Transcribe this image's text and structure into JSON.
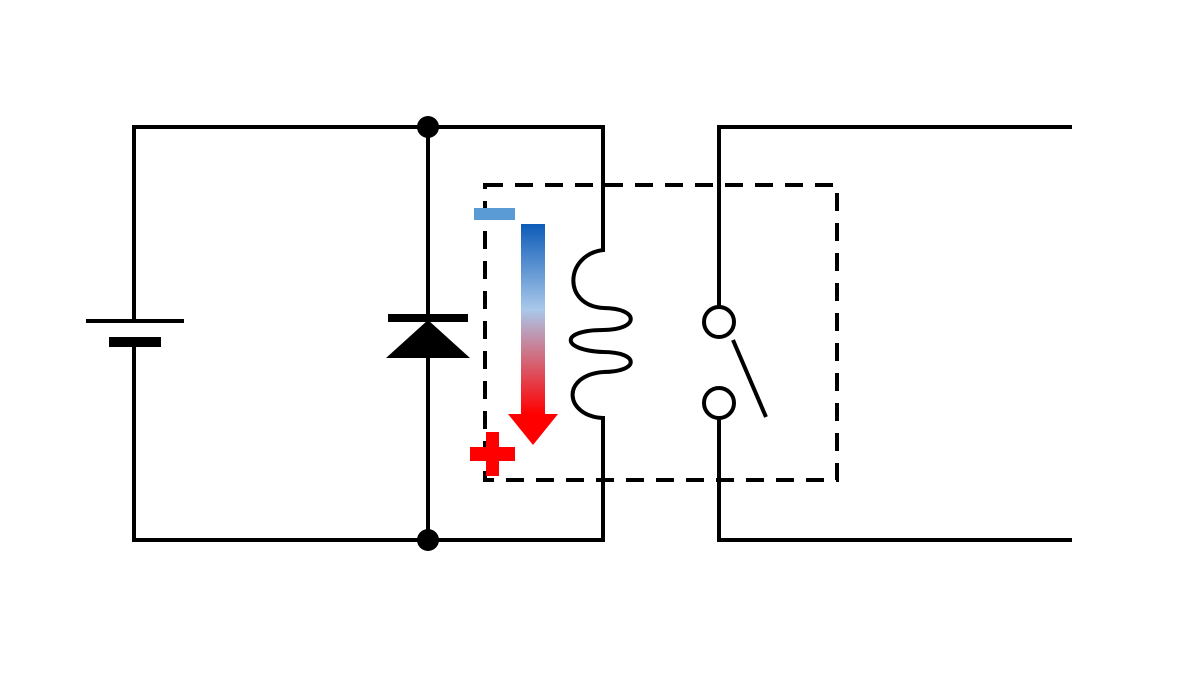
{
  "diagram": {
    "components": [
      {
        "id": "battery",
        "icon": "battery-icon"
      },
      {
        "id": "flyback-diode",
        "icon": "diode-icon"
      },
      {
        "id": "relay-coil",
        "icon": "coil-icon"
      },
      {
        "id": "relay-switch",
        "icon": "switch-open-icon"
      },
      {
        "id": "relay-housing",
        "icon": "dashed-box-icon"
      },
      {
        "id": "junction-top",
        "icon": "junction-dot-icon"
      },
      {
        "id": "junction-bottom",
        "icon": "junction-dot-icon"
      },
      {
        "id": "induced-voltage-arrow",
        "icon": "gradient-arrow-down-icon"
      },
      {
        "id": "negative-terminal-mark",
        "icon": "minus-icon"
      },
      {
        "id": "positive-terminal-mark",
        "icon": "plus-icon"
      }
    ],
    "colors": {
      "wire": "#000000",
      "negative": "#5b9bd5",
      "positive": "#ff0000",
      "arrow_top": "#0d5bb8",
      "arrow_mid": "#a9c8ea",
      "arrow_bottom": "#ff0000",
      "background": "#ffffff"
    }
  }
}
